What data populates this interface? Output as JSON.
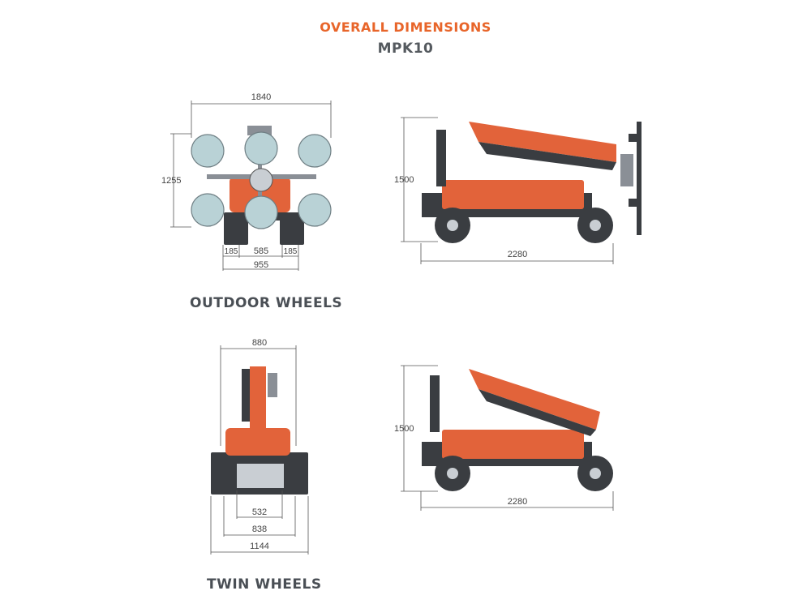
{
  "header": {
    "title": "OVERALL DIMENSIONS",
    "model": "MPK10"
  },
  "sections": {
    "outdoor": "OUTDOOR WHEELS",
    "twin": "TWIN WHEELS"
  },
  "outdoor_front": {
    "width": "1840",
    "height": "1255",
    "left": "185",
    "middle": "585",
    "right": "185",
    "total": "955"
  },
  "outdoor_side": {
    "height": "1500",
    "length": "2280"
  },
  "twin_front": {
    "width": "880",
    "inner": "532",
    "mid": "838",
    "outer": "1144"
  },
  "twin_side": {
    "height": "1500",
    "length": "2280"
  },
  "colors": {
    "accent": "#e8652a",
    "body": "#e2633a",
    "dark": "#3a3d41"
  }
}
